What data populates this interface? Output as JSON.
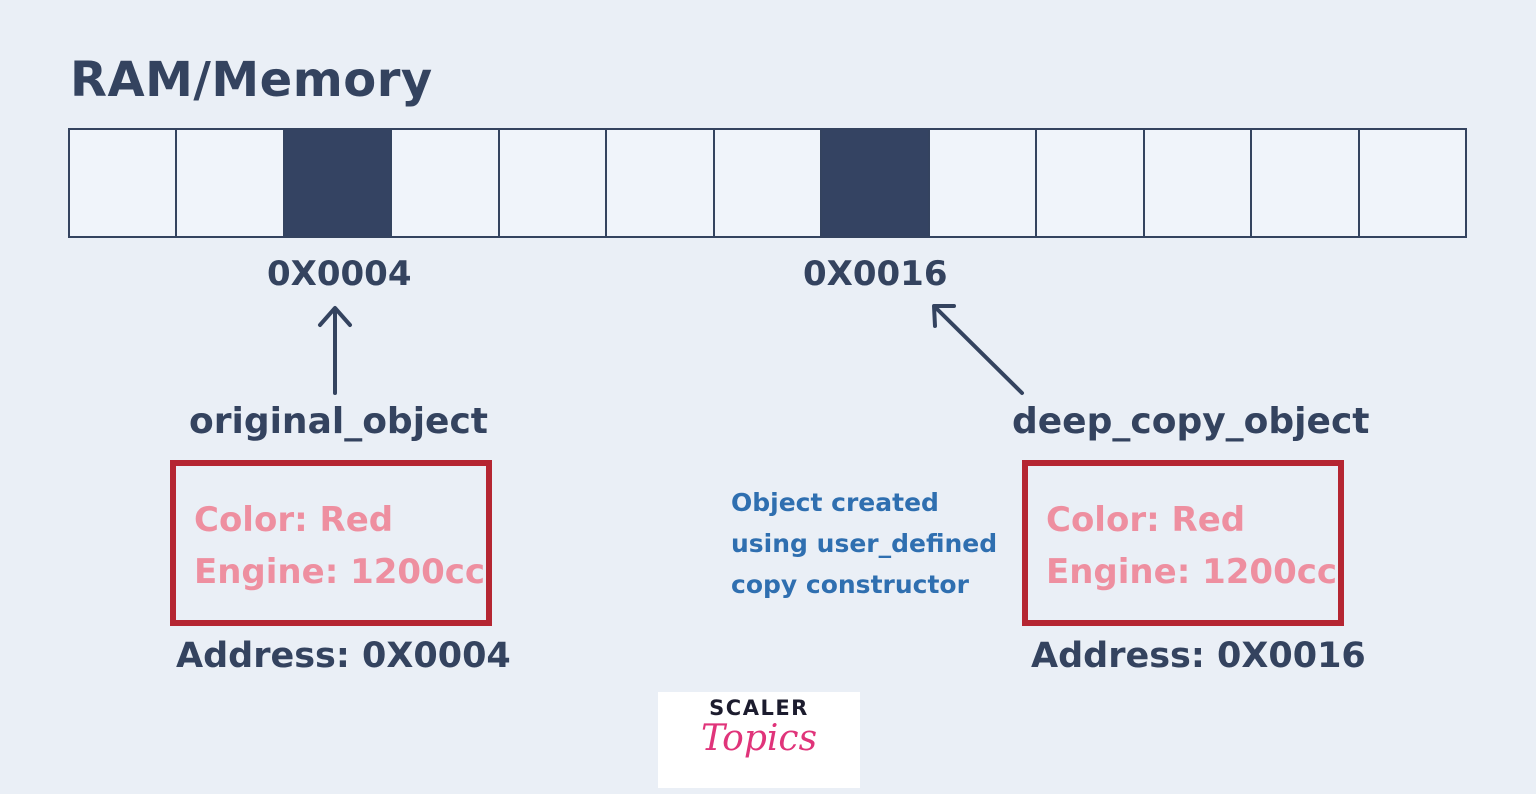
{
  "title": "RAM/Memory",
  "memory": {
    "cells": [
      {
        "filled": false
      },
      {
        "filled": false
      },
      {
        "filled": true
      },
      {
        "filled": false
      },
      {
        "filled": false
      },
      {
        "filled": false
      },
      {
        "filled": false
      },
      {
        "filled": true
      },
      {
        "filled": false
      },
      {
        "filled": false
      },
      {
        "filled": false
      },
      {
        "filled": false
      },
      {
        "filled": false
      }
    ],
    "address_labels": [
      "0X0004",
      "0X0016"
    ]
  },
  "objects": [
    {
      "name": "original_object",
      "color_line": "Color: Red",
      "engine_line": "Engine: 1200cc",
      "address": "Address: 0X0004"
    },
    {
      "name": "deep_copy_object",
      "color_line": "Color: Red",
      "engine_line": "Engine: 1200cc",
      "address": "Address: 0X0016"
    }
  ],
  "note": {
    "lines": [
      "Object created",
      "using user_defined",
      "copy constructor"
    ]
  },
  "logo": {
    "top": "SCALER",
    "bottom": "Topics"
  },
  "colors": {
    "background": "#eaeff6",
    "cell_filled": "#344362",
    "box_border": "#b52632",
    "box_text": "#ee8fa0",
    "note_text": "#2f6fb0",
    "logo_accent": "#e0347a"
  }
}
